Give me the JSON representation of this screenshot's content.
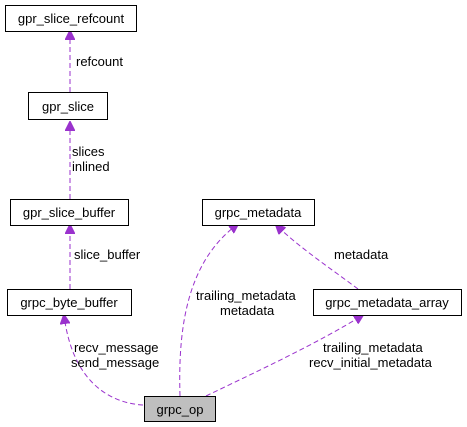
{
  "colors": {
    "edge": "#9a32cd",
    "node_border": "#000000",
    "node_fill": "#ffffff",
    "focus_fill": "#bfbfbf"
  },
  "nodes": {
    "gpr_slice_refcount": "gpr_slice_refcount",
    "gpr_slice": "gpr_slice",
    "gpr_slice_buffer": "gpr_slice_buffer",
    "grpc_byte_buffer": "grpc_byte_buffer",
    "grpc_metadata": "grpc_metadata",
    "grpc_metadata_array": "grpc_metadata_array",
    "grpc_op": "grpc_op"
  },
  "edges": {
    "refcount": [
      "refcount"
    ],
    "slices_inlined": [
      "slices",
      "inlined"
    ],
    "slice_buffer": [
      "slice_buffer"
    ],
    "recv_send_message": [
      "recv_message",
      "send_message"
    ],
    "trailing_metadata_op": [
      "trailing_metadata",
      "metadata"
    ],
    "metadata": [
      "metadata"
    ],
    "trailing_initial_metadata": [
      "trailing_metadata",
      "recv_initial_metadata"
    ]
  }
}
